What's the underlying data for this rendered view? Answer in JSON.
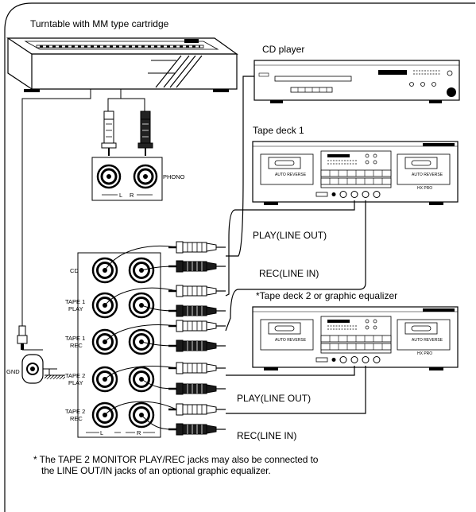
{
  "labels": {
    "turntable": "Turntable with MM type cartridge",
    "cd_player": "CD player",
    "tape_deck_1": "Tape deck 1",
    "tape_deck_2": "*Tape deck 2 or graphic equalizer",
    "phono": "PHONO",
    "left": "L",
    "right": "R",
    "gnd": "GND",
    "play_line_out_1": "PLAY(LINE OUT)",
    "rec_line_in_1": "REC(LINE IN)",
    "play_line_out_2": "PLAY(LINE OUT)",
    "rec_line_in_2": "REC(LINE IN)",
    "deck_button": "AUTO REVERSE",
    "deck_hx": "HX PRO"
  },
  "jacks": {
    "cd": "CD",
    "tape1_play_a": "TAPE 1",
    "tape1_play_b": "PLAY",
    "tape1_rec_a": "TAPE 1",
    "tape1_rec_b": "REC",
    "tape2_play_a": "TAPE 2",
    "tape2_play_b": "PLAY",
    "tape2_rec_a": "TAPE 2",
    "tape2_rec_b": "REC"
  },
  "footnote": {
    "line1": "* The TAPE 2 MONITOR PLAY/REC jacks may also be connected to",
    "line2": "the LINE OUT/IN jacks of an optional graphic equalizer."
  }
}
